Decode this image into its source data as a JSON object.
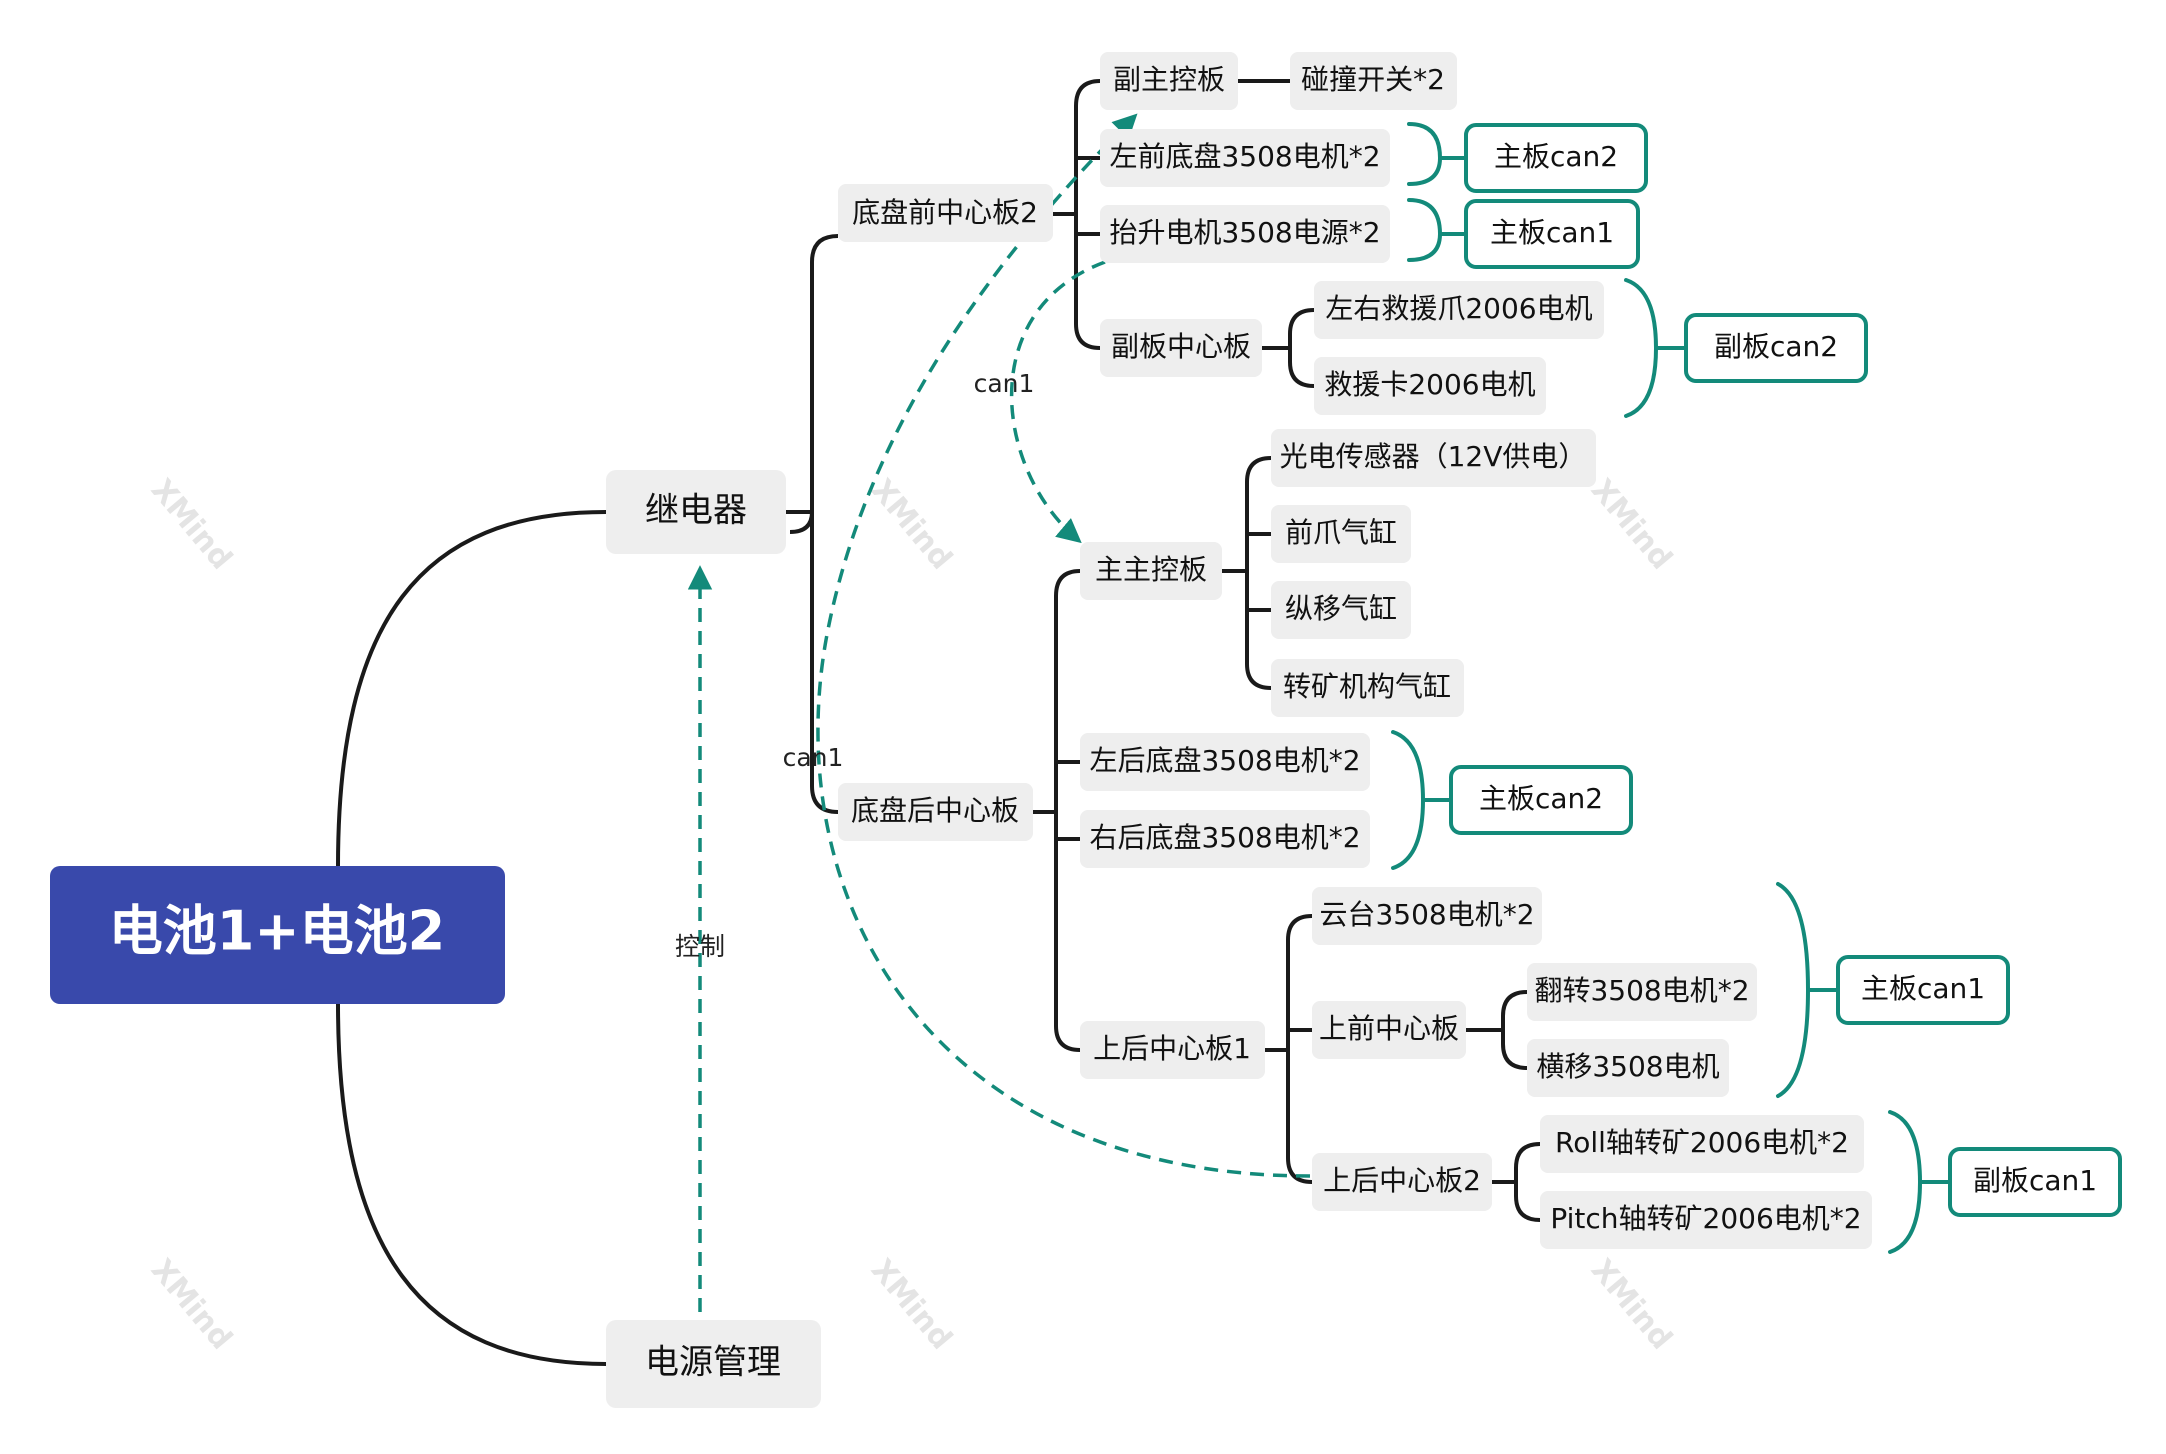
{
  "root": {
    "label": "电池1+电池2"
  },
  "nodes": {
    "relay": "继电器",
    "power": "电源管理",
    "front": "底盘前中心板2",
    "rear": "底盘后中心板",
    "subctrl": "副主控板",
    "collide": "碰撞开关*2",
    "lfmotor": "左前底盘3508电机*2",
    "lift": "抬升电机3508电源*2",
    "subcenter": "副板中心板",
    "rescueclaw": "左右救援爪2006电机",
    "rescuecard": "救援卡2006电机",
    "mainctrl": "主主控板",
    "photo": "光电传感器（12V供电）",
    "frontclaw": "前爪气缸",
    "vert": "纵移气缸",
    "ore": "转矿机构气缸",
    "lrmotor": "左后底盘3508电机*2",
    "rrmotor": "右后底盘3508电机*2",
    "upper1": "上后中心板1",
    "gimbal": "云台3508电机*2",
    "upfront": "上前中心板",
    "flip": "翻转3508电机*2",
    "horiz": "横移3508电机",
    "upper2": "上后中心板2",
    "roll": "Roll轴转矿2006电机*2",
    "pitch": "Pitch轴转矿2006电机*2"
  },
  "buses": {
    "b1": "主板can2",
    "b2": "主板can1",
    "b3": "副板can2",
    "b4": "主板can2",
    "b5": "主板can1",
    "b6": "副板can1"
  },
  "edge_labels": {
    "control": "控制",
    "can_a": "can1",
    "can_b": "can1"
  },
  "watermark": "XMind",
  "colors": {
    "root_fill": "#3949ab",
    "node_fill": "#eeeeee",
    "line": "#1a1a1a",
    "accent": "#138a7a"
  }
}
